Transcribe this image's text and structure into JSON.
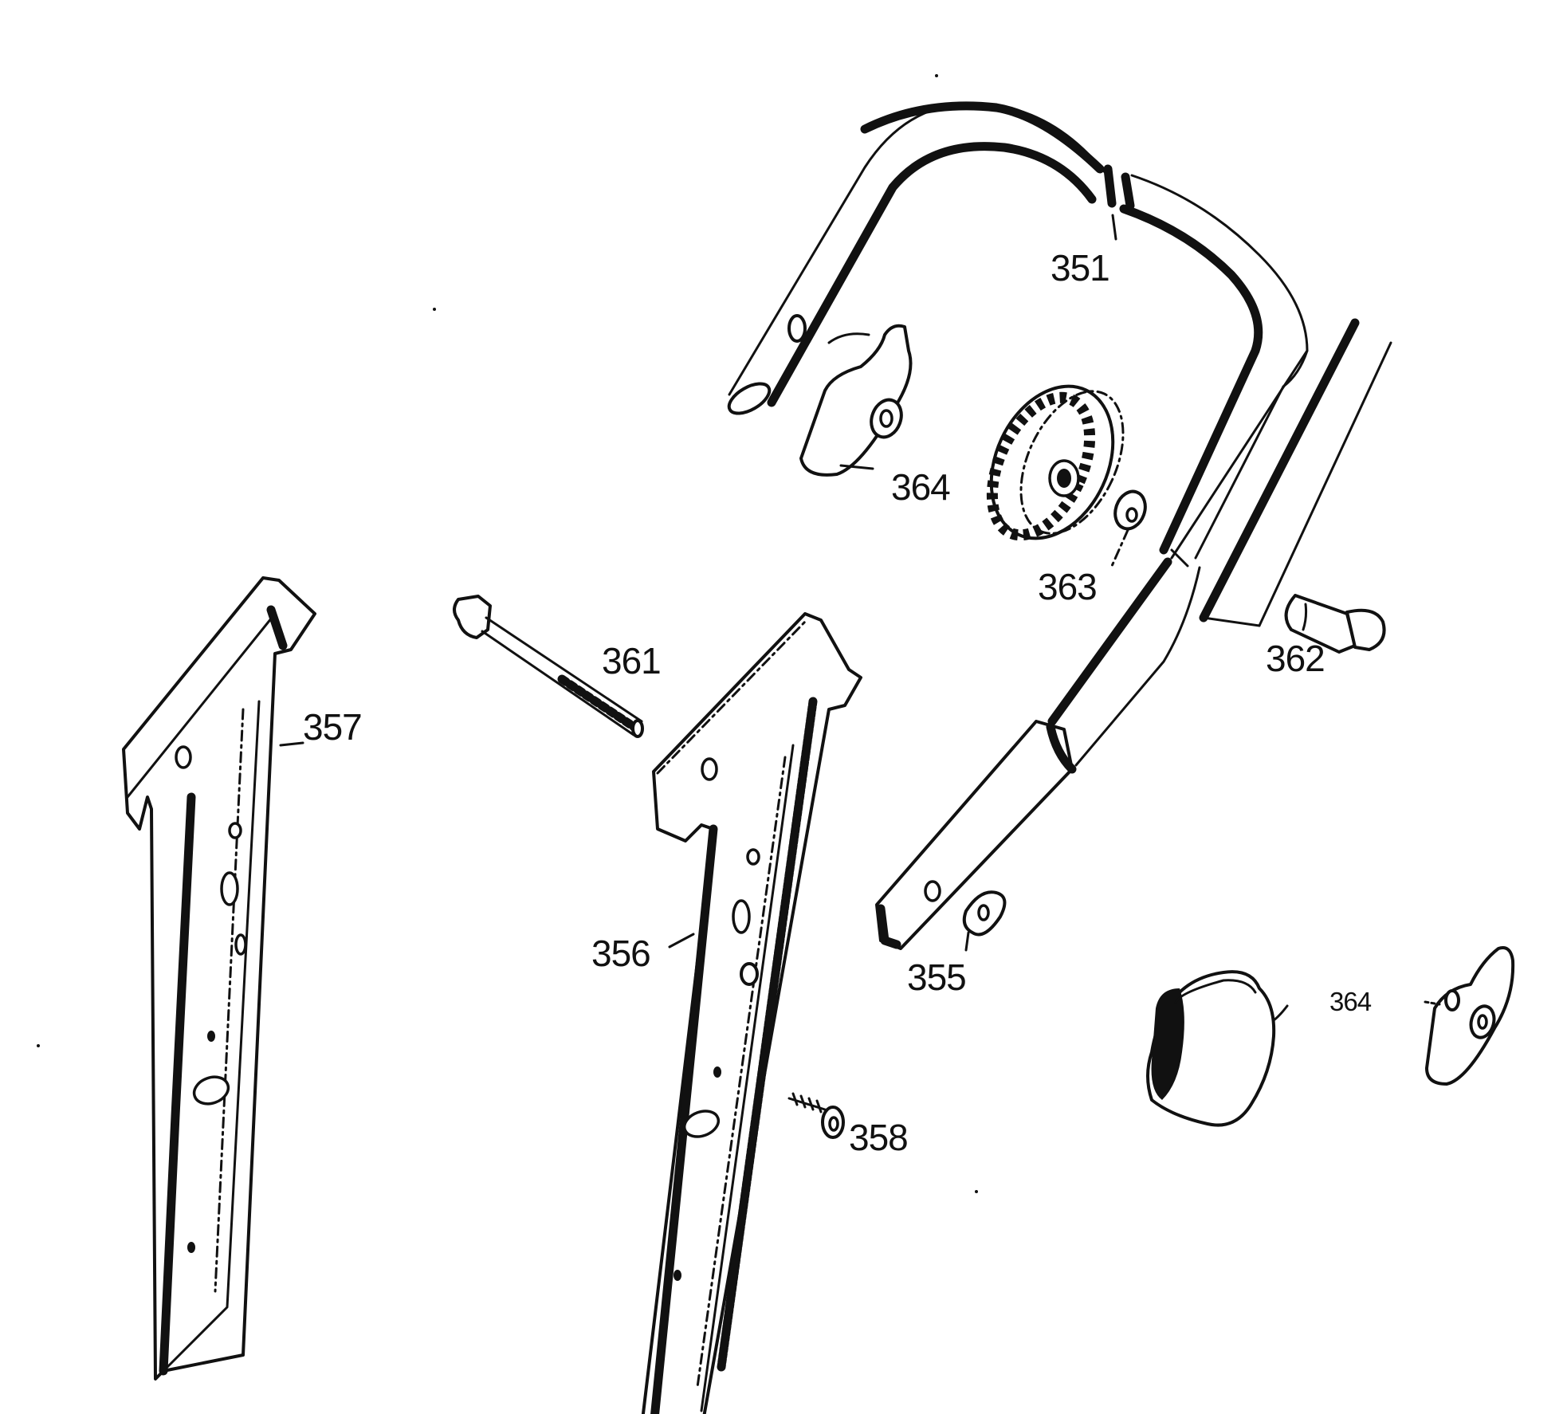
{
  "callouts": {
    "part_351": "351",
    "part_364_knob": "364",
    "part_363": "363",
    "part_361": "361",
    "part_362": "362",
    "part_357": "357",
    "part_356": "356",
    "part_355": "355",
    "part_364_right": "364",
    "part_358": "358"
  }
}
